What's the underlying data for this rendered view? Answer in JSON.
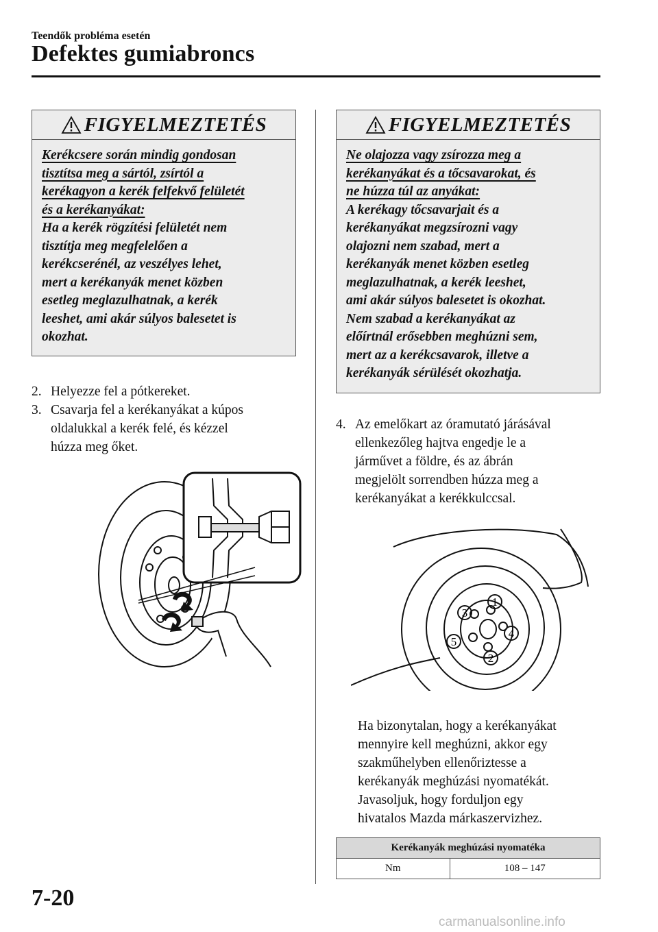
{
  "header": {
    "section": "Teendők probléma esetén",
    "title": "Defektes gumiabroncs"
  },
  "warning_left": {
    "heading": "FIGYELMEZTETÉS",
    "underlined": [
      "Kerékcsere során mindig gondosan",
      "tisztítsa meg a sártól, zsírtól a",
      "kerékagyon a kerék felfekvő felületét",
      "és a kerékanyákat:"
    ],
    "body": [
      "Ha a kerék rögzítési felületét nem",
      "tisztítja meg megfelelően a",
      "kerékcserénél, az veszélyes lehet,",
      "mert a kerékanyák menet közben",
      "esetleg meglazulhatnak, a kerék",
      "leeshet, ami akár súlyos balesetet is",
      "okozhat."
    ]
  },
  "warning_right": {
    "heading": "FIGYELMEZTETÉS",
    "underlined": [
      "Ne olajozza vagy zsírozza meg a",
      "kerékanyákat és a tőcsavarokat, és",
      "ne húzza túl az anyákat:"
    ],
    "body": [
      "A kerékagy tőcsavarjait és a",
      "kerékanyákat megzsírozni vagy",
      "olajozni nem szabad, mert a",
      "kerékanyák menet közben esetleg",
      "meglazulhatnak, a kerék leeshet,",
      "ami akár súlyos balesetet is okozhat.",
      "Nem szabad a kerékanyákat az",
      "előírtnál erősebben meghúzni sem,",
      "mert az a kerékcsavarok, illetve a",
      "kerékanyák sérülését okozhatja."
    ]
  },
  "steps_left": [
    {
      "num": "2.",
      "lines": [
        "Helyezze fel a pótkereket."
      ]
    },
    {
      "num": "3.",
      "lines": [
        "Csavarja fel a kerékanyákat a kúpos",
        "oldalukkal a kerék felé, és kézzel",
        "húzza meg őket."
      ]
    }
  ],
  "steps_right": [
    {
      "num": "4.",
      "lines": [
        "Az emelőkart az óramutató járásával",
        "ellenkezőleg hajtva engedje le a",
        "járművet a földre, és az ábrán",
        "megjelölt sorrendben húzza meg a",
        "kerékanyákat a kerékkulccsal."
      ]
    }
  ],
  "figure_order": {
    "labels": [
      "1",
      "2",
      "3",
      "4",
      "5"
    ]
  },
  "note": [
    "Ha bizonytalan, hogy a kerékanyákat",
    "mennyire kell meghúzni, akkor egy",
    "szakműhelyben ellenőriztesse a",
    "kerékanyák meghúzási nyomatékát.",
    "Javasoljuk, hogy forduljon egy",
    "hivatalos Mazda márkaszervizhez."
  ],
  "torque_table": {
    "header": "Kerékanyák meghúzási nyomatéka",
    "unit": "Nm",
    "value": "108 – 147"
  },
  "footer": {
    "page": "7-20",
    "watermark": "carmanualsonline.info"
  }
}
